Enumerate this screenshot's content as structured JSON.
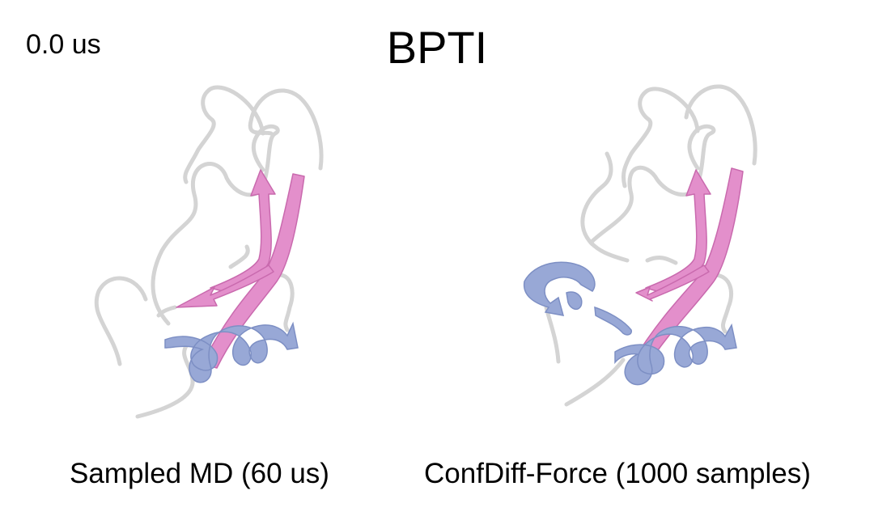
{
  "time_label": "0.0 us",
  "title": "BPTI",
  "panels": [
    {
      "caption": "Sampled MD (60 us)"
    },
    {
      "caption": "ConfDiff-Force (1000 samples)"
    }
  ],
  "colors": {
    "coil": "#d4d4d4",
    "strand": "#e38fcb",
    "strand_dark": "#c96aae",
    "helix": "#98a8d6",
    "helix_dark": "#7d8fc4"
  }
}
